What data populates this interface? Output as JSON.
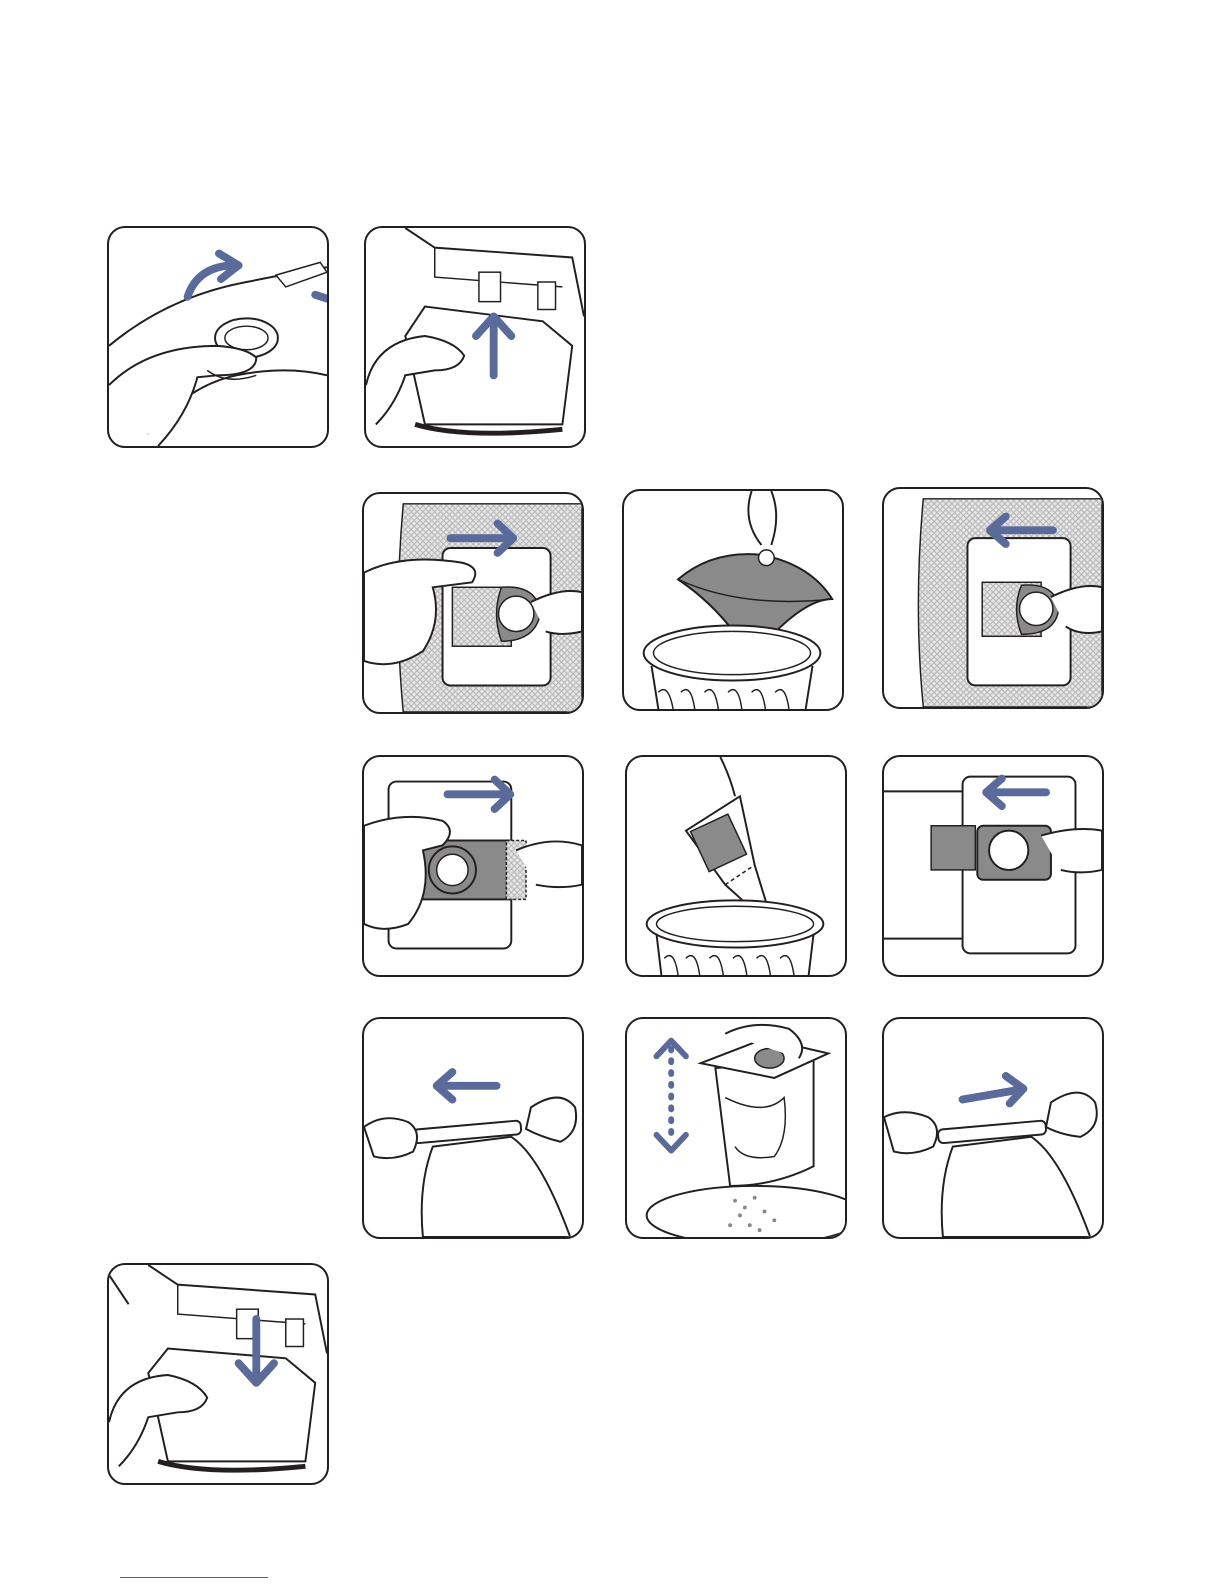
{
  "page": {
    "background": "#ffffff"
  },
  "colors": {
    "arrow": "#5a6a9a",
    "line": "#231f20",
    "fill_gray": "#8a8a8a",
    "pattern_gray": "#c9c9c9"
  },
  "steps": [
    {
      "id": "open-lid",
      "icon": "arrow-curved-up-right-icon"
    },
    {
      "id": "lift-bag-holder",
      "icon": "arrow-up-icon"
    },
    {
      "id": "slide-out-cloth-bag",
      "icon": "arrow-right-icon"
    },
    {
      "id": "empty-cloth-bag",
      "icon": "dispose-icon"
    },
    {
      "id": "slide-in-cloth-bag",
      "icon": "arrow-left-icon"
    },
    {
      "id": "slide-out-paper-bag",
      "icon": "arrow-right-icon"
    },
    {
      "id": "dispose-paper-bag",
      "icon": "dispose-icon"
    },
    {
      "id": "slide-in-paper-bag",
      "icon": "arrow-left-icon"
    },
    {
      "id": "remove-clip",
      "icon": "arrow-left-icon"
    },
    {
      "id": "shake-container",
      "icon": "arrow-up-down-icon"
    },
    {
      "id": "attach-clip",
      "icon": "arrow-right-icon"
    },
    {
      "id": "insert-bag-holder",
      "icon": "arrow-down-icon"
    }
  ]
}
